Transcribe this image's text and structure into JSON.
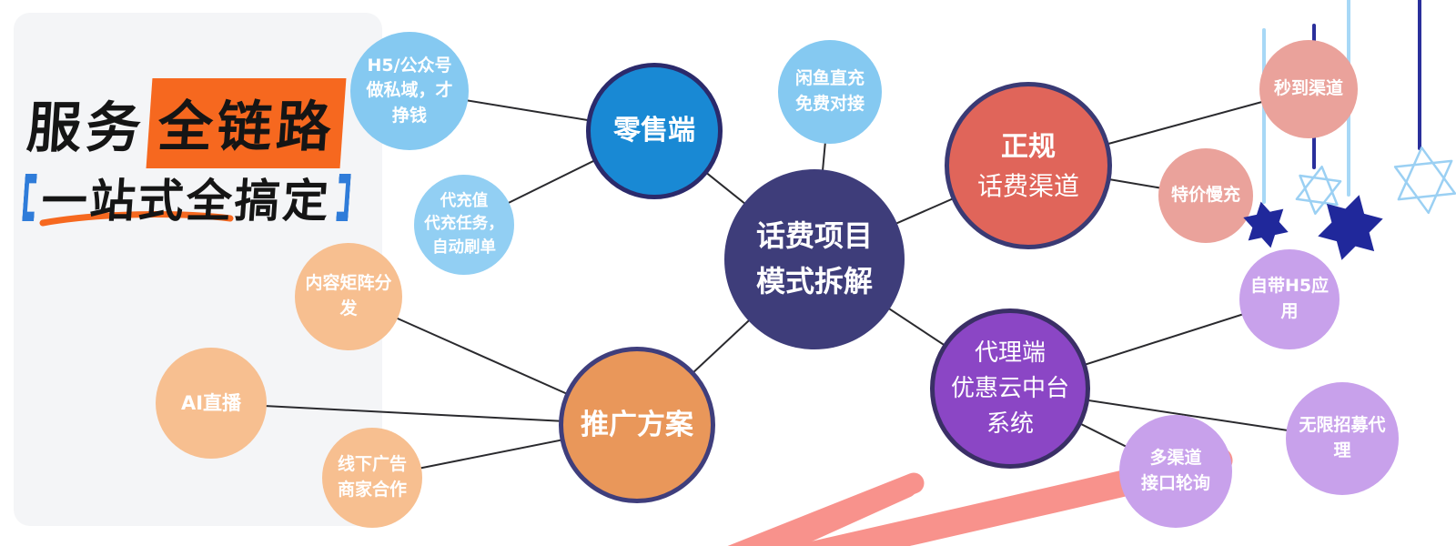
{
  "title": {
    "line1_prefix": "服务",
    "line1_highlight": "全链路",
    "line2": "一站式全搞定"
  },
  "mindmap": {
    "center": {
      "lines": [
        "话费项目",
        "模式拆解"
      ],
      "color": "#3E3D7A"
    },
    "branches": {
      "retail": {
        "label": "零售端",
        "color": "#1989D4"
      },
      "formal_channel": {
        "title": "正规",
        "subtitle": "话费渠道",
        "color": "#E0655A"
      },
      "promotion": {
        "label": "推广方案",
        "color": "#E9975A"
      },
      "agent": {
        "lines": [
          "代理端",
          "优惠云中台",
          "系统"
        ],
        "color": "#8B46C5"
      }
    },
    "leaves": {
      "h5_private": {
        "lines": [
          "H5/公众号",
          "做私域，才",
          "挣钱"
        ],
        "color": "#85C9F1"
      },
      "recharge_task": {
        "lines": [
          "代充值",
          "代充任务，",
          "自动刷单"
        ],
        "color": "#92CFF3"
      },
      "xianyu": {
        "lines": [
          "闲鱼直充",
          "免费对接"
        ],
        "color": "#85C9F1"
      },
      "instant_channel": {
        "label": "秒到渠道",
        "color": "#EAA29B"
      },
      "discount_slow": {
        "label": "特价慢充",
        "color": "#EAA29B"
      },
      "h5_app": {
        "lines": [
          "自带H5应",
          "用"
        ],
        "color": "#C8A1EB"
      },
      "multi_channel": {
        "lines": [
          "多渠道",
          "接口轮询"
        ],
        "color": "#C8A1EB"
      },
      "unlimited_agent": {
        "lines": [
          "无限招募代",
          "理"
        ],
        "color": "#C8A1EB"
      },
      "content_matrix": {
        "lines": [
          "内容矩阵分",
          "发"
        ],
        "color": "#F7BF90"
      },
      "ai_live": {
        "label": "AI直播",
        "color": "#F7BF90"
      },
      "offline_ads": {
        "lines": [
          "线下广告",
          "商家合作"
        ],
        "color": "#F7BF90"
      }
    }
  },
  "decor": {
    "highlight_orange": "#F6681F",
    "accent_blue": "#2F7CD9",
    "panel_gray": "#F4F5F7",
    "edge_color": "#2A2A2E",
    "string_light_blue": "#A7D8F6",
    "string_navy": "#2A2F9B",
    "star_navy_fill": "#20289B",
    "star_outline_blue": "#9BD0F3",
    "brush_pink": "#F8928C",
    "star_icons": [
      "hexagram-star-filled",
      "hexagram-star-outline"
    ]
  }
}
